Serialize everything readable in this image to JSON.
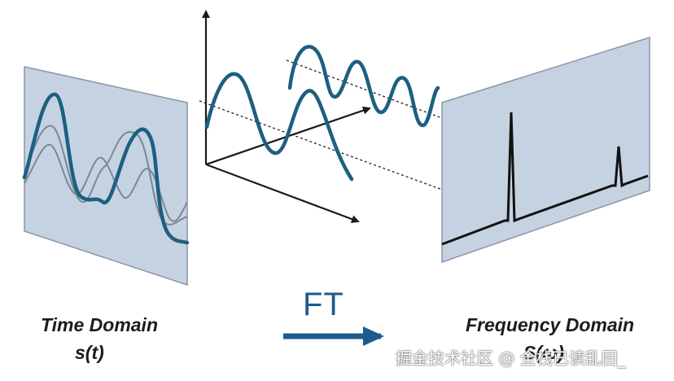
{
  "time_domain": {
    "title": "Time Domain",
    "symbol": "s(t)"
  },
  "frequency_domain": {
    "title": "Frequency Domain",
    "symbol": "S(ω)"
  },
  "transform": {
    "label": "FT"
  },
  "watermark": {
    "text": "掘金技术社区 @ 全栈已读乱回_"
  },
  "colors": {
    "panel_fill": "#c5d2e2",
    "panel_edge": "#8a96a6",
    "wave": "#1d5f80",
    "wave_faint": "#7b8794",
    "axis": "#1a1a1a",
    "arrow": "#1f5a8e"
  }
}
